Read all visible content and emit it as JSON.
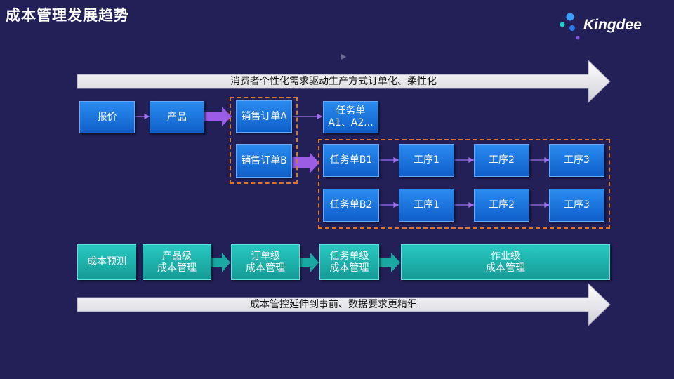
{
  "title": "成本管理发展趋势",
  "logo": {
    "text": "Kingdee",
    "colors": [
      "#3aa0ff",
      "#19d3c5",
      "#2a7cf0",
      "#8a4fe6"
    ]
  },
  "band_top": {
    "label": "消费者个性化需求驱动生产方式订单化、柔性化"
  },
  "band_bottom": {
    "label": "成本管控延伸到事前、数据要求更精细"
  },
  "flow_top": {
    "quote": "报价",
    "product": "产品",
    "order_a": "销售订单A",
    "order_b": "销售订单B",
    "task_a_line1": "任务单",
    "task_a_line2": "A1、A2...",
    "task_b1": "任务单B1",
    "task_b2": "任务单B2",
    "row_b1_steps": [
      "工序1",
      "工序2",
      "工序3"
    ],
    "row_b2_steps": [
      "工序1",
      "工序2",
      "工序3"
    ]
  },
  "flow_bottom": {
    "forecast": "成本预测",
    "product_level_1": "产品级",
    "product_level_2": "成本管理",
    "order_level_1": "订单级",
    "order_level_2": "成本管理",
    "task_level_1": "任务单级",
    "task_level_2": "成本管理",
    "operation_level_1": "作业级",
    "operation_level_2": "成本管理"
  },
  "colors": {
    "background": "#232058",
    "box_blue": "#1a73e0",
    "box_teal": "#1fb5ae",
    "dashed": "#d9772b",
    "arrow_purple": "#9b5ce6",
    "arrow_teal": "#1aa8a2"
  }
}
